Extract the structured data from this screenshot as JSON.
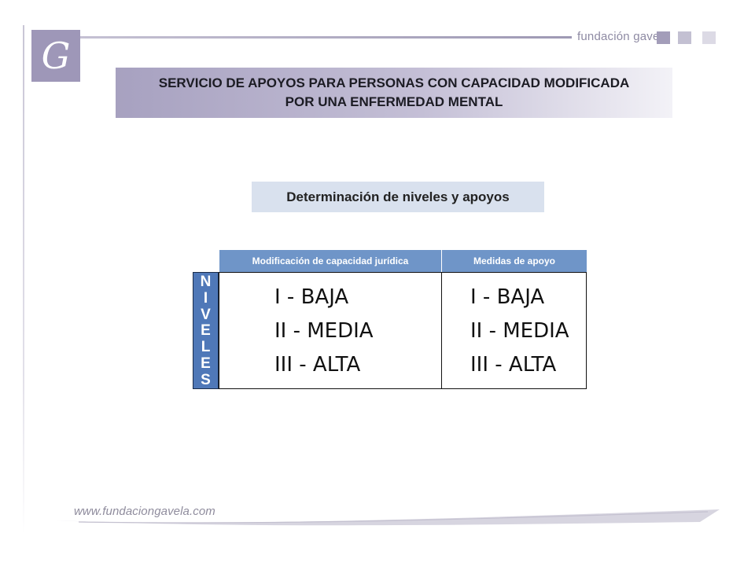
{
  "header": {
    "logo_letter": "G",
    "brand_text": "fundación gavela"
  },
  "title": {
    "line1": "SERVICIO DE APOYOS PARA PERSONAS CON CAPACIDAD MODIFICADA",
    "line2": "POR UNA ENFERMEDAD MENTAL"
  },
  "subtitle": "Determinación de niveles y apoyos",
  "table": {
    "row_header_letters": [
      "N",
      "I",
      "V",
      "E",
      "L",
      "E",
      "S"
    ],
    "columns": [
      {
        "header": "Modificación de capacidad jurídica",
        "levels": [
          "I - BAJA",
          "II - MEDIA",
          "III - ALTA"
        ]
      },
      {
        "header": "Medidas de apoyo",
        "levels": [
          "I - BAJA",
          "II - MEDIA",
          "III - ALTA"
        ]
      }
    ]
  },
  "footer": {
    "url": "www.fundaciongavela.com"
  },
  "colors": {
    "brand_purple": "#9e97b8",
    "table_header_blue": "#6f95c8",
    "row_header_blue": "#4f78b8",
    "subtitle_bg": "#d9e1ee"
  }
}
